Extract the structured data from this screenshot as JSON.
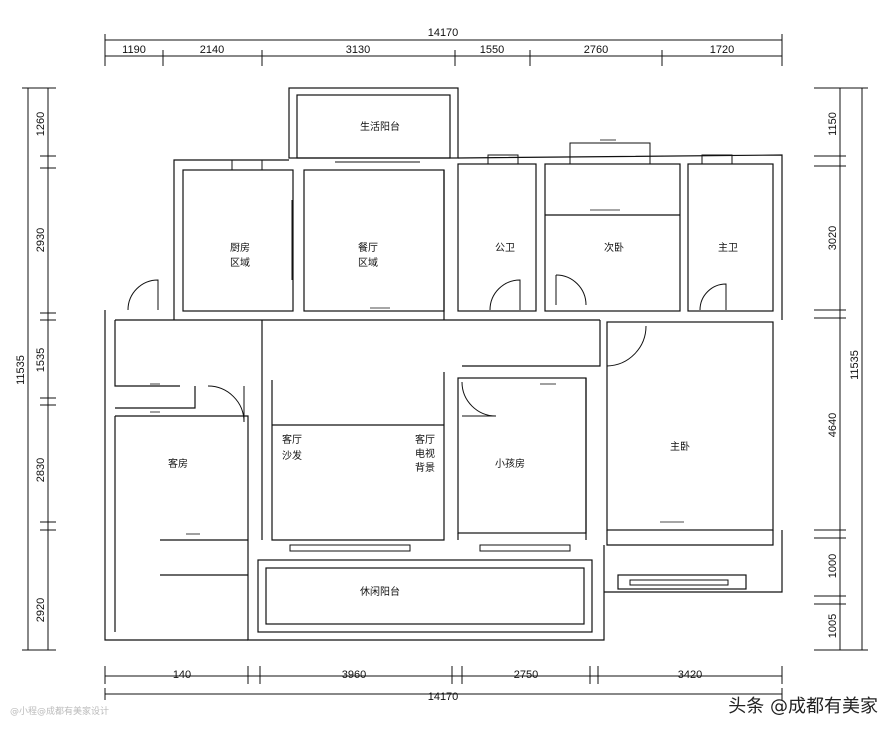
{
  "dims": {
    "top_total": "14170",
    "top": [
      "1190",
      "2140",
      "3130",
      "1550",
      "2760",
      "1720"
    ],
    "bottom_total": "14170",
    "bottom": [
      "140",
      "3960",
      "2750",
      "3420"
    ],
    "left_total": "11535",
    "left": [
      "1260",
      "2930",
      "1535",
      "2830",
      "2920"
    ],
    "right_total": "11535",
    "right": [
      "1150",
      "3020",
      "4640",
      "1000",
      "1005"
    ]
  },
  "rooms": {
    "service_balcony": "生活阳台",
    "kitchen_l1": "厨房",
    "kitchen_l2": "区域",
    "dining_l1": "餐厅",
    "dining_l2": "区域",
    "public_bath": "公卫",
    "second_bed": "次卧",
    "master_bath": "主卫",
    "guest_room": "客房",
    "living_l1": "客厅",
    "living_l2": "沙发",
    "tv_l1": "客厅",
    "tv_l2": "电视",
    "tv_l3": "背景",
    "kids_room": "小孩房",
    "master_bed": "主卧",
    "leisure_balcony": "休闲阳台"
  },
  "watermark": "头条 @成都有美家",
  "watermark_left": "@小程@成都有美家设计"
}
